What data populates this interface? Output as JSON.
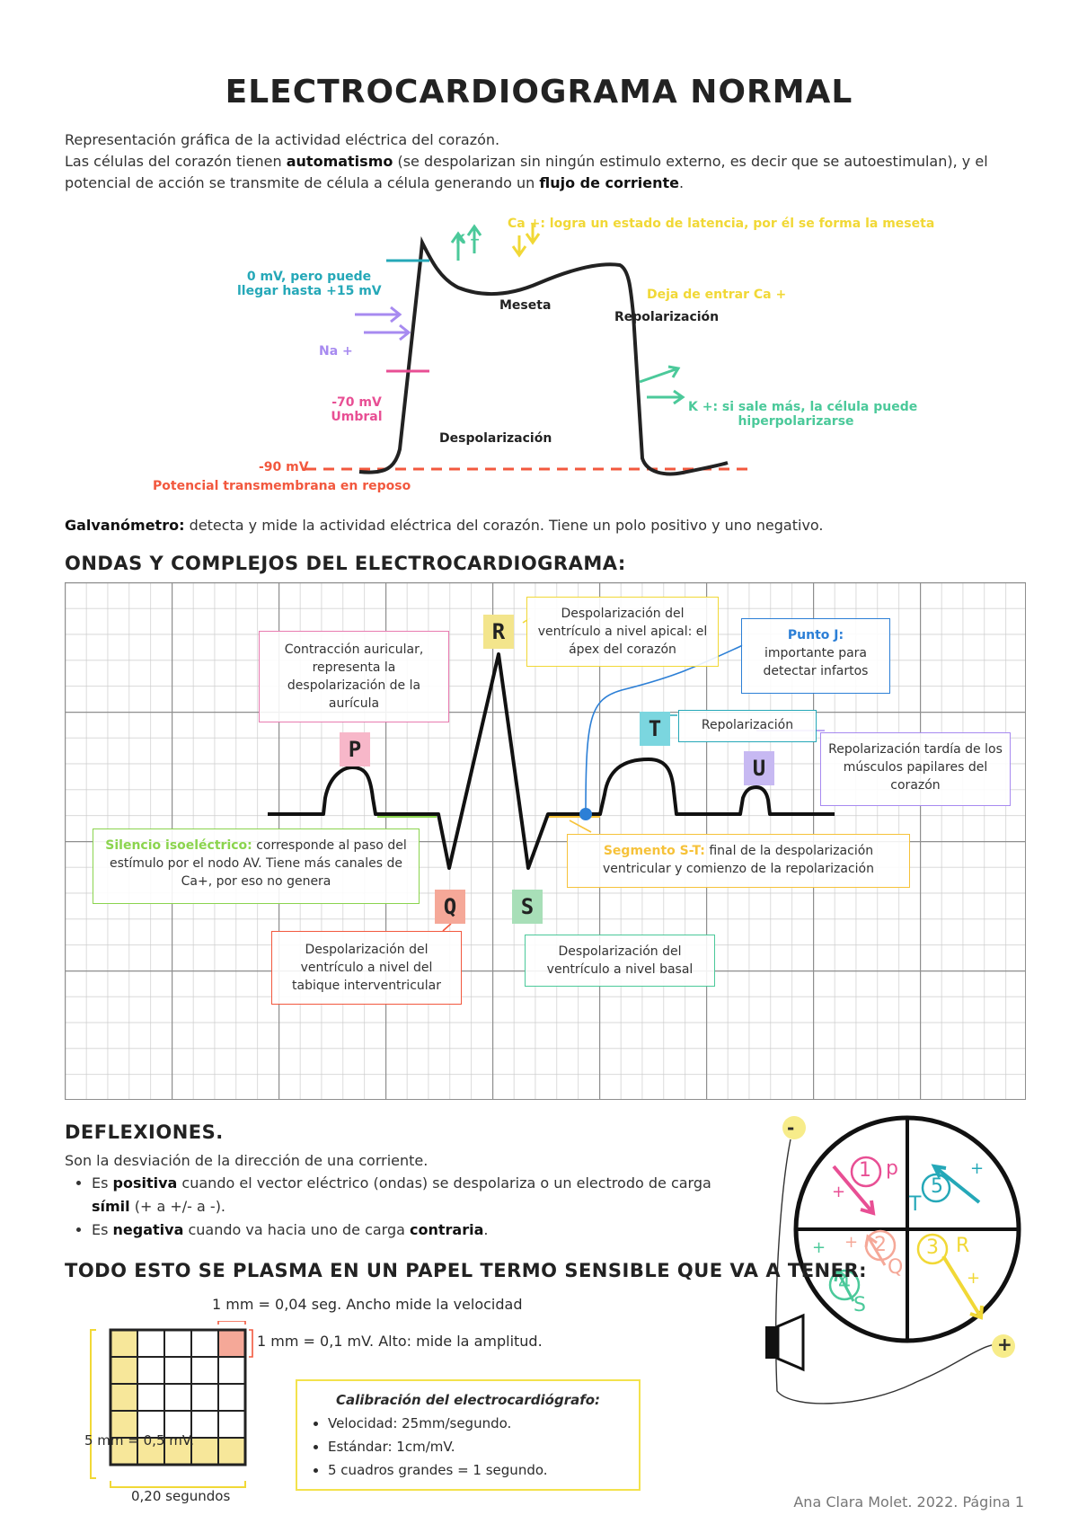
{
  "title": "ELECTROCARDIOGRAMA NORMAL",
  "intro": {
    "line1": "Representación gráfica de la actividad eléctrica del corazón.",
    "line2_pre": "Las células del corazón tienen ",
    "line2_bold": "automatismo",
    "line2_post": " (se despolarizan sin ningún estimulo externo, es decir que se autoestimulan), y el",
    "line3_pre": "potencial de acción se transmite de célula a célula generando un ",
    "line3_bold": "flujo de corriente",
    "line3_post": "."
  },
  "action_potential": {
    "ca_note": "Ca +: logra un estado de latencia, por él se forma la meseta",
    "k_up": "K +",
    "zero_mv_1": "0 mV, pero puede",
    "zero_mv_2": "llegar hasta +15 mV",
    "meseta": "Meseta",
    "deja_ca": "Deja de entrar Ca +",
    "repolarizacion": "Repolarización",
    "na": "Na +",
    "umbral_mv": "-70 mV",
    "umbral": "Umbral",
    "k_out_1": "K +: si sale más, la célula puede",
    "k_out_2": "hiperpolarizarse",
    "despolarizacion": "Despolarización",
    "reposo_mv": "-90 mV",
    "reposo": "Potencial transmembrana en reposo",
    "colors": {
      "ca": "#f1d836",
      "k": "#4bc99a",
      "zero": "#25a8b8",
      "na": "#a78af0",
      "umbral": "#e84f94",
      "reposo": "#f2583e"
    }
  },
  "galvanometro": {
    "bold": "Galvanómetro:",
    "text": " detecta y mide la actividad eléctrica del corazón. Tiene un polo positivo y uno negativo."
  },
  "ondas": {
    "heading": "ONDAS Y COMPLEJOS DEL ELECTROCARDIOGRAMA:",
    "p": "P",
    "q": "Q",
    "r": "R",
    "s": "S",
    "t": "T",
    "u": "U",
    "box_p": "Contracción auricular, representa la despolarización de la aurícula",
    "box_r": "Despolarización del ventrículo a nivel apical: el ápex del corazón",
    "box_j_title": "Punto J:",
    "box_j_text": "importante para detectar infartos",
    "box_t": "Repolarización",
    "box_u": "Repolarización tardía de los músculos papilares del corazón",
    "box_silencio_title": "Silencio isoeléctrico:",
    "box_silencio_text": "corresponde al paso del estímulo por el nodo AV. Tiene más canales de Ca+, por eso no genera",
    "box_st_title": "Segmento S-T:",
    "box_st_text": "final de la despolarización ventricular y comienzo de la repolarización",
    "box_q": "Despolarización del ventrículo a nivel del tabique interventricular",
    "box_s": "Despolarización del ventrículo a nivel basal"
  },
  "deflexiones": {
    "heading": "DEFLEXIONES.",
    "intro": "Son la desviación de la dirección de una corriente.",
    "item1_pre": "Es ",
    "item1_bold": "positiva",
    "item1_mid": " cuando el vector eléctrico (ondas) se despolariza o un electrodo de carga ",
    "item1_bold2": "símil",
    "item1_post": " (+ a +/- a -).",
    "item2_pre": "Es ",
    "item2_bold": "negativa",
    "item2_mid": " cuando va hacia uno de carga ",
    "item2_bold2": "contraria",
    "item2_post": "."
  },
  "circle_diagram": {
    "minus": "-",
    "plus": "+",
    "q1_num": "1",
    "q1_letter": "p",
    "q1_sign": "+",
    "q2_num": "5",
    "q2_letter": "T",
    "q2_sign": "+",
    "q3_num": "2",
    "q3_letter": "Q",
    "q3_sign": "+",
    "q4_num": "4",
    "q4_letter": "S",
    "q4_sign": "+",
    "q5_num": "3",
    "q5_letter": "R",
    "q5_sign": "+"
  },
  "papel": {
    "heading": "TODO ESTO SE PLASMA EN UN PAPEL TERMO SENSIBLE QUE VA A TENER:",
    "mm_time": "1 mm = 0,04 seg. Ancho mide la velocidad",
    "mm_volt": "1 mm = 0,1 mV. Alto: mide la amplitud.",
    "five_mm": "5 mm = 0,5 mV.",
    "seconds": "0,20 segundos"
  },
  "calibracion": {
    "title": "Calibración del electrocardiógrafo:",
    "items": [
      "Velocidad: 25mm/segundo.",
      "Estándar: 1cm/mV.",
      "5 cuadros grandes = 1 segundo."
    ]
  },
  "footer": "Ana Clara Molet. 2022. Página 1"
}
